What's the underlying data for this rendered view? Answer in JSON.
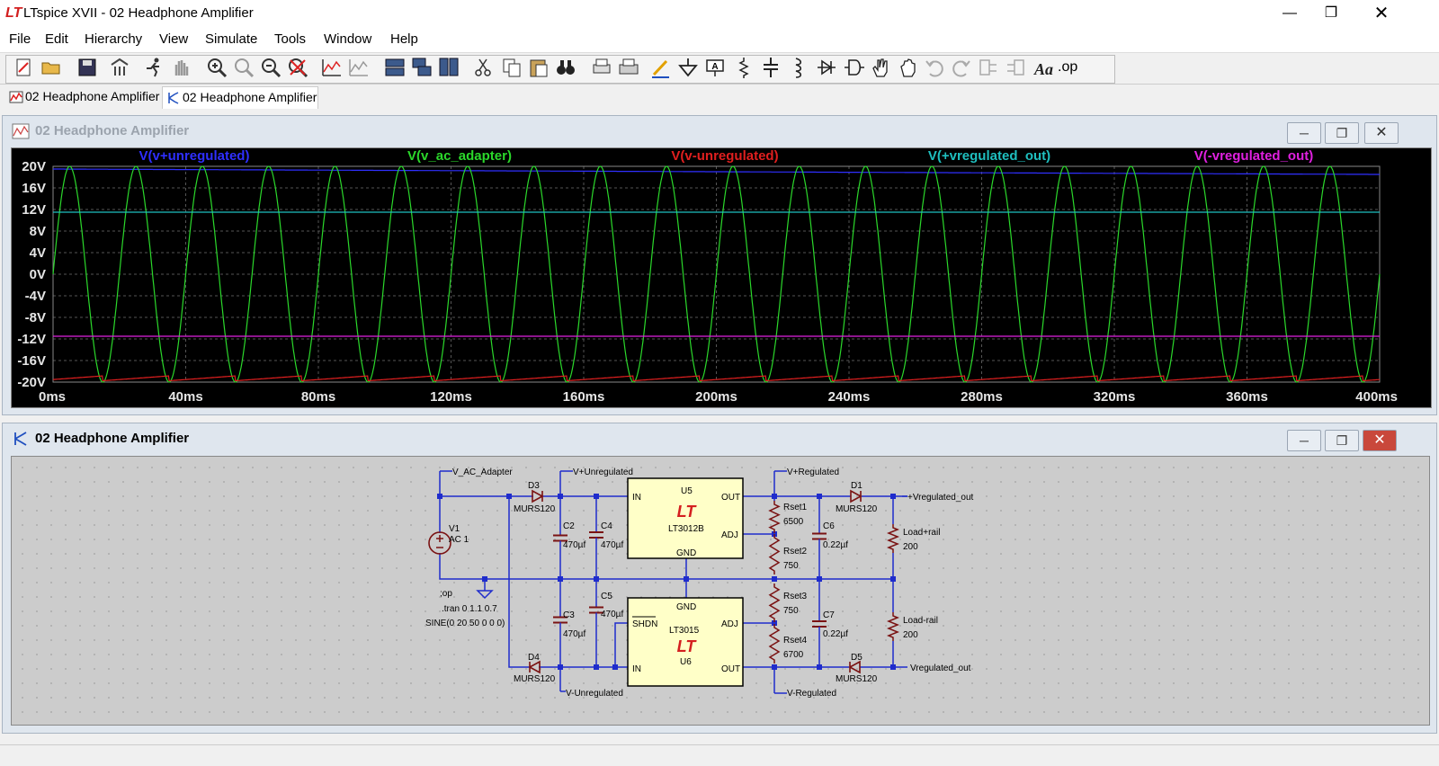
{
  "window": {
    "title": "LTspice XVII - 02 Headphone Amplifier",
    "logo": "LT",
    "min_icon": "minimize-icon",
    "max_icon": "maximize-icon",
    "close_icon": "close-icon"
  },
  "menu": [
    "File",
    "Edit",
    "Hierarchy",
    "View",
    "Simulate",
    "Tools",
    "Window",
    "Help"
  ],
  "toolbar": [
    "new-schematic-icon",
    "open-folder-icon",
    "save-icon",
    "control-panel-icon",
    "run-simulation-icon",
    "halt-icon",
    "zoom-in-icon",
    "zoom-pan-icon",
    "zoom-out-icon",
    "zoom-cancel-icon",
    "autoscale-icon",
    "plot-settings-icon",
    "tile-horizontal-icon",
    "cascade-icon",
    "tile-vertical-icon",
    "cut-icon",
    "copy-icon",
    "paste-icon",
    "find-icon",
    "print-preview-icon",
    "print-icon",
    "draw-wire-icon",
    "ground-icon",
    "label-net-icon",
    "resistor-icon",
    "capacitor-icon",
    "inductor-icon",
    "diode-icon",
    "component-icon",
    "move-icon",
    "drag-icon",
    "undo-icon",
    "redo-icon",
    "rotate-icon",
    "mirror-icon",
    "text-icon",
    "spice-directive-icon"
  ],
  "spice_directive_label": ".op",
  "tabs": [
    {
      "label": "02 Headphone Amplifier",
      "icon": "waveform-icon"
    },
    {
      "label": "02 Headphone Amplifier",
      "icon": "schematic-icon"
    }
  ],
  "waveform_window": {
    "title": "02 Headphone Amplifier",
    "chart_data": {
      "type": "line",
      "xlabel": "",
      "ylabel": "",
      "x_ticks": [
        "0ms",
        "40ms",
        "80ms",
        "120ms",
        "160ms",
        "200ms",
        "240ms",
        "280ms",
        "320ms",
        "360ms",
        "400ms"
      ],
      "y_ticks": [
        "20V",
        "16V",
        "12V",
        "8V",
        "4V",
        "0V",
        "-4V",
        "-8V",
        "-12V",
        "-16V",
        "-20V"
      ],
      "xlim_ms": [
        0,
        400
      ],
      "ylim_v": [
        -20,
        20
      ],
      "grid": true,
      "background": "#000000",
      "series": [
        {
          "name": "V(v+unregulated)",
          "color": "#2f2fff",
          "shape": "ramp",
          "start_v": 19.5,
          "end_v": 18.5
        },
        {
          "name": "V(v_ac_adapter)",
          "color": "#2bd82b",
          "shape": "sine",
          "amplitude_v": 20,
          "frequency_hz": 50,
          "offset_v": 0
        },
        {
          "name": "V(v-unregulated)",
          "color": "#e01f1f",
          "shape": "ripple",
          "level_v": -19.3,
          "ripple_v": 0.9
        },
        {
          "name": "V(+vregulated_out)",
          "color": "#1fbfbf",
          "shape": "flat",
          "level_v": 11.5
        },
        {
          "name": "V(-vregulated_out)",
          "color": "#e020e0",
          "shape": "flat",
          "level_v": -11.5
        }
      ]
    }
  },
  "schematic_window": {
    "title": "02 Headphone Amplifier",
    "nets": [
      "V_AC_Adapter",
      "V+Unregulated",
      "V+Regulated",
      "+Vregulated_out",
      "V-Unregulated",
      "V-Regulated",
      "Vregulated_out"
    ],
    "components": {
      "V1": {
        "ref": "V1",
        "value": "AC 1"
      },
      "D3": {
        "ref": "D3",
        "value": "MURS120"
      },
      "D4": {
        "ref": "D4",
        "value": "MURS120"
      },
      "D1": {
        "ref": "D1",
        "value": "MURS120"
      },
      "D5": {
        "ref": "D5",
        "value": "MURS120"
      },
      "C2": {
        "ref": "C2",
        "value": "470µf"
      },
      "C3": {
        "ref": "C3",
        "value": "470µf"
      },
      "C4": {
        "ref": "C4",
        "value": "470µf"
      },
      "C5": {
        "ref": "C5",
        "value": "470µf"
      },
      "C6": {
        "ref": "C6",
        "value": "0.22µf"
      },
      "C7": {
        "ref": "C7",
        "value": "0.22µf"
      },
      "Rset1": {
        "ref": "Rset1",
        "value": "6500"
      },
      "Rset2": {
        "ref": "Rset2",
        "value": "750"
      },
      "Rset3": {
        "ref": "Rset3",
        "value": "750"
      },
      "Rset4": {
        "ref": "Rset4",
        "value": "6700"
      },
      "LoadP": {
        "ref": "Load+rail",
        "value": "200"
      },
      "LoadN": {
        "ref": "Load-rail",
        "value": "200"
      },
      "U5": {
        "ref": "U5",
        "part": "LT3012B",
        "pins": [
          "IN",
          "OUT",
          "ADJ",
          "GND"
        ]
      },
      "U6": {
        "ref": "U6",
        "part": "LT3015",
        "pins": [
          "GND",
          "SHDN",
          "ADJ",
          "IN",
          "OUT"
        ]
      }
    },
    "directives": [
      ";op",
      ".tran 0 1.1 0.7",
      "SINE(0 20 50 0 0 0)"
    ]
  }
}
